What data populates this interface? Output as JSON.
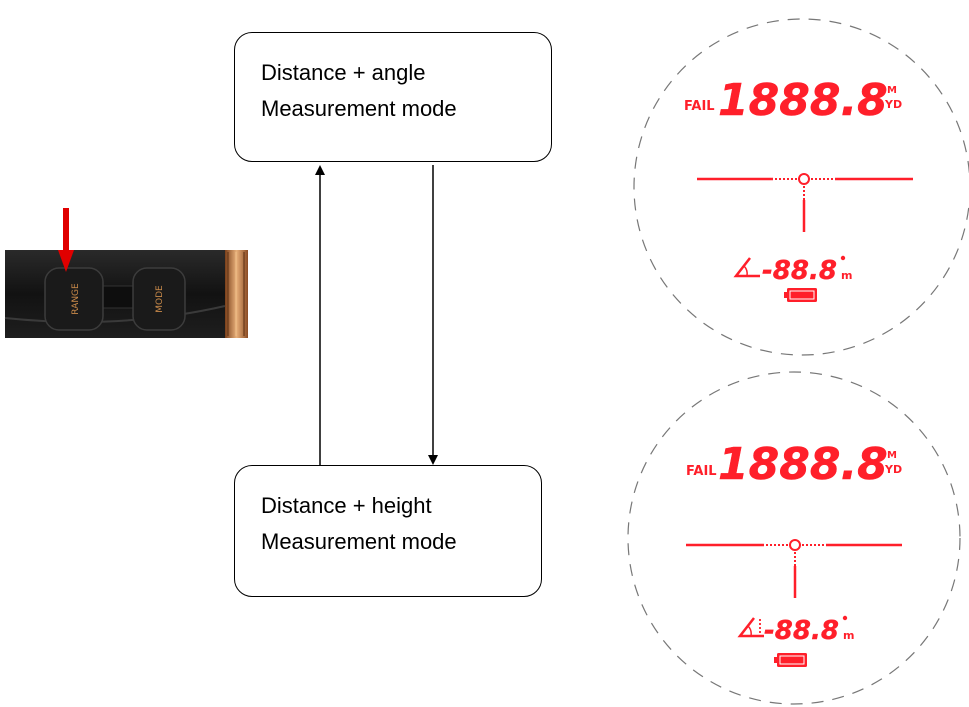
{
  "modes": {
    "angle": {
      "line1": "Distance + angle",
      "line2": "Measurement mode"
    },
    "height": {
      "line1": "Distance + height",
      "line2": "Measurement mode"
    }
  },
  "device": {
    "range_label": "RANGE",
    "mode_label": "MODE"
  },
  "display_angle": {
    "fail": "FAIL",
    "distance": "1888.8",
    "unit_m": "M",
    "unit_yd": "YD",
    "angle_value": "-88.8",
    "angle_unit": "m"
  },
  "display_height": {
    "fail": "FAIL",
    "distance": "1888.8",
    "unit_m": "M",
    "unit_yd": "YD",
    "angle_value": "-88.8",
    "angle_unit": "m"
  },
  "colors": {
    "lcd_red": "#ff1f2a",
    "arrow_red": "#e00000",
    "button_bg": "#1b1b1b",
    "bronze": "#c98a4a"
  }
}
